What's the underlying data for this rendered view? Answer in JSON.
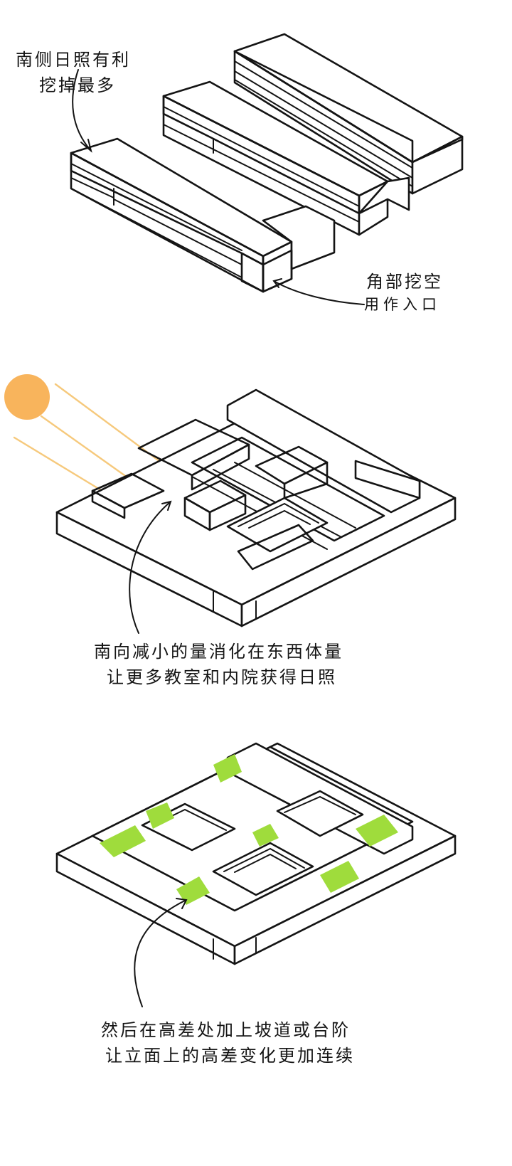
{
  "colors": {
    "red": "#ee5c72",
    "green": "#9fdc3c",
    "sun": "#f8b45c",
    "ray": "#f6c97c",
    "ink": "#141414"
  },
  "panel1": {
    "note1_line1": "南侧日照有利",
    "note1_line2": "挖掉最多",
    "note2_line1": "角部挖空",
    "note2_line2": "用作入口"
  },
  "panel2": {
    "caption_line1": "南向减小的量消化在东西体量",
    "caption_line2": "让更多教室和内院获得日照"
  },
  "panel3": {
    "caption_line1": "然后在高差处加上坡道或台阶",
    "caption_line2": "让立面上的高差变化更加连续"
  }
}
